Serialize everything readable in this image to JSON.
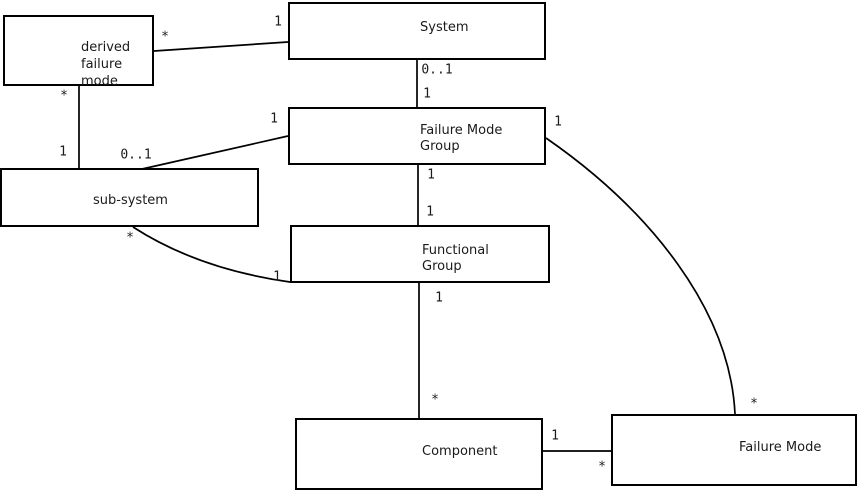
{
  "diagram": {
    "kind": "uml-association-diagram",
    "background_color": "#ffffff",
    "line_color": "#000000",
    "text_color": "#1a1a1a"
  },
  "entities": {
    "derived_failure_mode": {
      "line1": "derived",
      "line2": "failure",
      "line3": "mode"
    },
    "system": {
      "label": "System"
    },
    "failure_mode_group": {
      "line1": "Failure Mode",
      "line2": "Group"
    },
    "sub_system": {
      "label": "sub-system"
    },
    "functional_group": {
      "line1": "Functional",
      "line2": "Group"
    },
    "component": {
      "label": "Component"
    },
    "failure_mode": {
      "label": "Failure Mode"
    }
  },
  "relations": {
    "derived_failure_mode__system": {
      "from": "derived failure mode",
      "to": "System",
      "mult_near_from": "*",
      "mult_near_to": "1"
    },
    "derived_failure_mode__sub_system": {
      "from": "derived failure mode",
      "to": "sub-system",
      "mult_near_from": "*",
      "mult_near_to": "1"
    },
    "sub_system__failure_mode_group": {
      "from": "sub-system",
      "to": "Failure Mode Group",
      "mult_near_from": "0..1",
      "mult_near_to": "1"
    },
    "system__failure_mode_group": {
      "from": "System",
      "to": "Failure Mode Group",
      "mult_near_from": "0..1",
      "mult_near_to": "1"
    },
    "failure_mode_group__functional_group": {
      "from": "Failure Mode Group",
      "to": "Functional Group",
      "mult_near_from": "1",
      "mult_near_to": "1"
    },
    "functional_group__component": {
      "from": "Functional Group",
      "to": "Component",
      "mult_near_from": "1",
      "mult_near_to": "*"
    },
    "sub_system__functional_group": {
      "from": "sub-system",
      "to": "Functional Group",
      "mult_near_from": "*",
      "mult_near_to": "1"
    },
    "failure_mode_group__failure_mode": {
      "from": "Failure Mode Group",
      "to": "Failure Mode",
      "mult_near_from": "1",
      "mult_near_to": "*"
    },
    "component__failure_mode": {
      "from": "Component",
      "to": "Failure Mode",
      "mult_near_from": "1",
      "mult_near_to": "*"
    }
  }
}
